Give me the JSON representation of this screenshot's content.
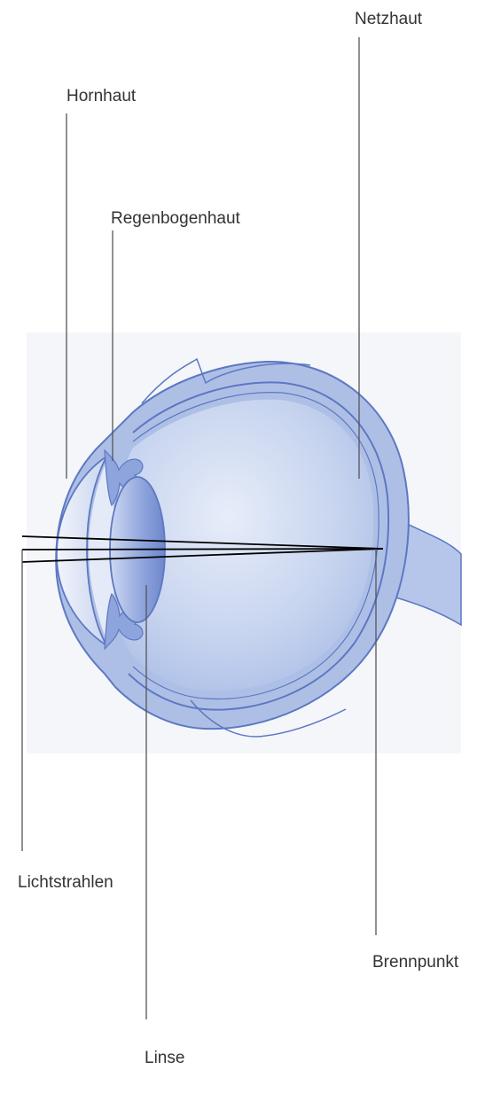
{
  "labels": {
    "netzhaut": "Netzhaut",
    "hornhaut": "Hornhaut",
    "regenbogenhaut": "Regenbogenhaut",
    "lichtstrahlen": "Lichtstrahlen",
    "brennpunkt": "Brennpunkt",
    "linse": "Linse"
  },
  "colors": {
    "eye_fill": "#aebfe6",
    "eye_outline": "#5d78c2",
    "vitreous": "#c5d2ef",
    "lens": "#8fa5dc",
    "leader_line": "#555555",
    "ray": "#000000",
    "text": "#333333"
  }
}
